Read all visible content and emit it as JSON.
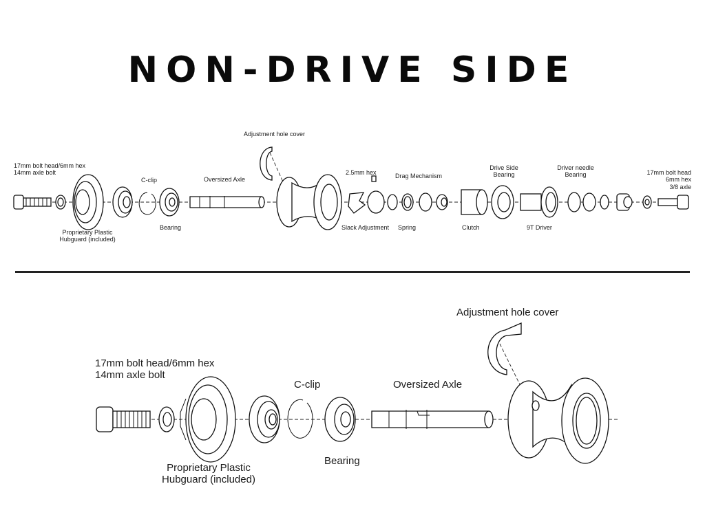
{
  "title": "NON-DRIVE SIDE",
  "colors": {
    "ink": "#111111",
    "background": "#ffffff",
    "divider": "#222222"
  },
  "overview": {
    "labels": {
      "axle_bolt_line1": "17mm bolt head/6mm hex",
      "axle_bolt_line2": "14mm axle bolt",
      "hubguard_line1": "Proprietary Plastic",
      "hubguard_line2": "Hubguard (included)",
      "cclip": "C-clip",
      "bearing": "Bearing",
      "axle": "Oversized Axle",
      "adjustment_cover": "Adjustment hole cover",
      "hex": "2.5mm hex",
      "slack": "Slack Adjustment",
      "drag": "Drag Mechanism",
      "spring": "Spring",
      "clutch": "Clutch",
      "drive_bearing_line1": "Drive Side",
      "drive_bearing_line2": "Bearing",
      "driver": "9T Driver",
      "needle_line1": "Driver needle",
      "needle_line2": "Bearing",
      "drive_bolt_line1": "17mm bolt head",
      "drive_bolt_line2": "6mm hex",
      "drive_bolt_line3": "3/8 axle"
    }
  },
  "detail": {
    "labels": {
      "axle_bolt_line1": "17mm bolt head/6mm hex",
      "axle_bolt_line2": "14mm axle bolt",
      "hubguard_line1": "Proprietary Plastic",
      "hubguard_line2": "Hubguard (included)",
      "cclip": "C-clip",
      "bearing": "Bearing",
      "axle": "Oversized Axle",
      "adjustment_cover": "Adjustment hole cover"
    }
  }
}
